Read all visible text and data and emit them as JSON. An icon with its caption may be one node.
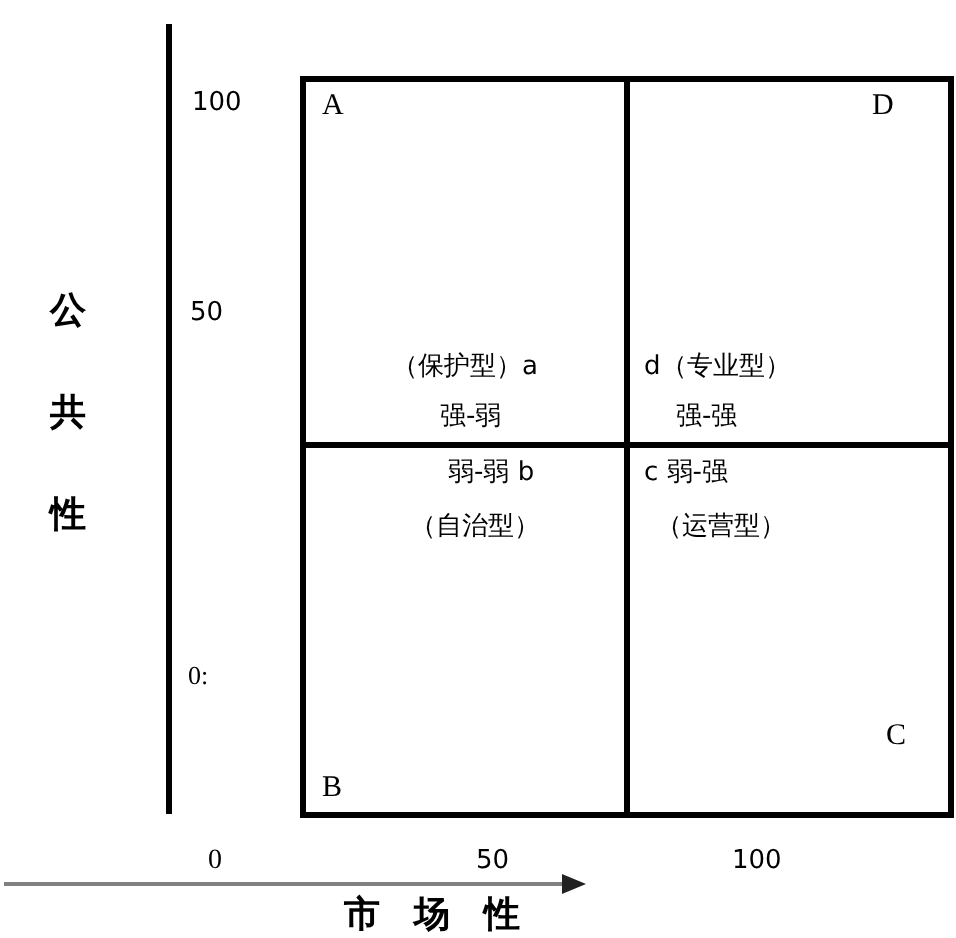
{
  "diagram": {
    "nodes": [
      {
        "text": [
          "A",
          "（保护型）a",
          "强-弱"
        ]
      },
      {
        "text": [
          "D",
          "d（专业型）",
          "强-强"
        ]
      },
      {
        "text": [
          "弱-弱 b",
          "（自治型）",
          "B"
        ]
      },
      {
        "text": [
          "c 弱-强",
          "（运营型）",
          "C"
        ]
      }
    ],
    "labels": [
      "公共性",
      "100",
      "50",
      "0:",
      "0",
      "50",
      "100",
      "市场性"
    ]
  }
}
